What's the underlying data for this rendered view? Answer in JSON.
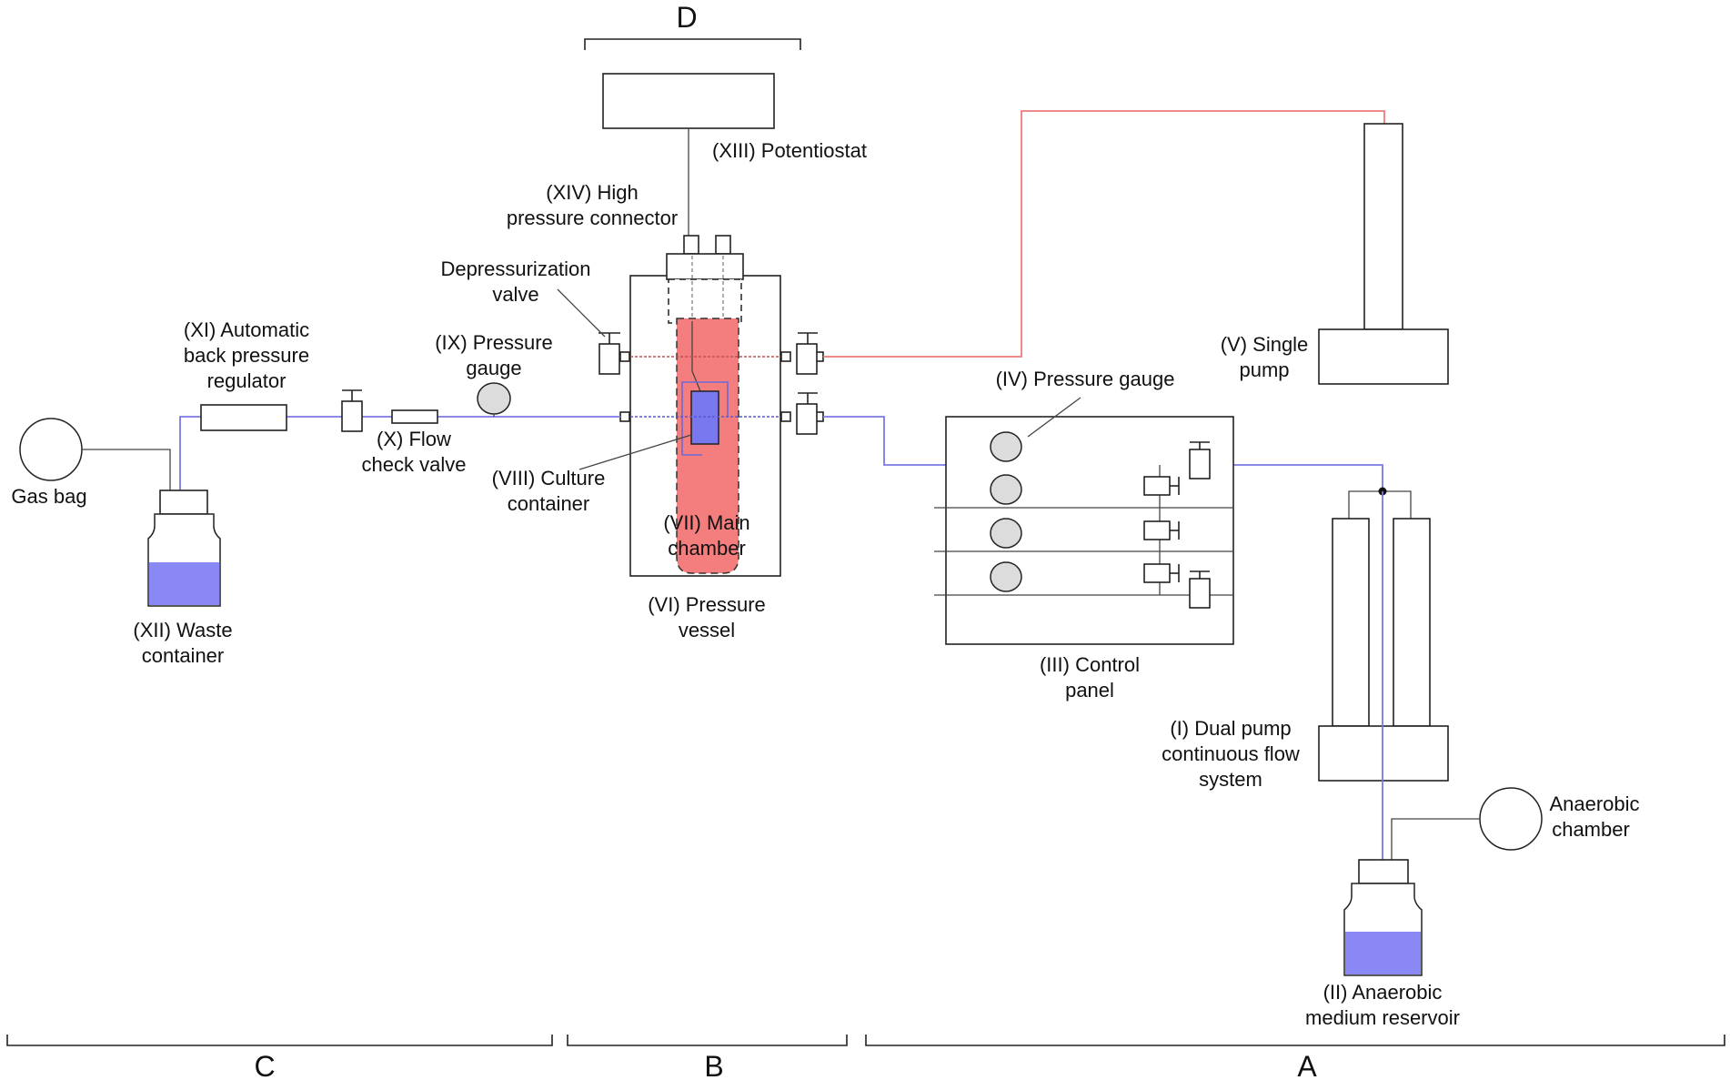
{
  "colors": {
    "medium_line": "#7b79e6",
    "pump_line": "#ef7b7b",
    "main_chamber_fill": "#f47e7e",
    "liquid_fill": "#8a88f5",
    "culture_container_fill": "#7a78ee",
    "gauge_fill": "#dcdcdc"
  },
  "sections": {
    "A": "A",
    "B": "B",
    "C": "C",
    "D": "D"
  },
  "labels": {
    "potentiostat": "(XIII) Potentiostat",
    "high_pressure_connector_1": "(XIV) High",
    "high_pressure_connector_2": "pressure connector",
    "depressurization_1": "Depressurization",
    "depressurization_2": "valve",
    "pressure_gauge_ix_1": "(IX) Pressure",
    "pressure_gauge_ix_2": "gauge",
    "back_pressure_1": "(XI) Automatic",
    "back_pressure_2": "back pressure",
    "back_pressure_3": "regulator",
    "flow_check_1": "(X) Flow",
    "flow_check_2": "check valve",
    "culture_container_1": "(VIII) Culture",
    "culture_container_2": "container",
    "main_chamber_1": "(VII) Main",
    "main_chamber_2": "chamber",
    "pressure_vessel_1": "(VI) Pressure",
    "pressure_vessel_2": "vessel",
    "gas_bag": "Gas bag",
    "waste_container_1": "(XII) Waste",
    "waste_container_2": "container",
    "single_pump_1": "(V) Single",
    "single_pump_2": "pump",
    "pressure_gauge_iv": "(IV) Pressure gauge",
    "control_panel_1": "(III) Control",
    "control_panel_2": "panel",
    "dual_pump_1": "(I) Dual pump",
    "dual_pump_2": "continuous flow",
    "dual_pump_3": "system",
    "anaerobic_chamber_1": "Anaerobic",
    "anaerobic_chamber_2": "chamber",
    "reservoir_1": "(II) Anaerobic",
    "reservoir_2": "medium reservoir"
  }
}
